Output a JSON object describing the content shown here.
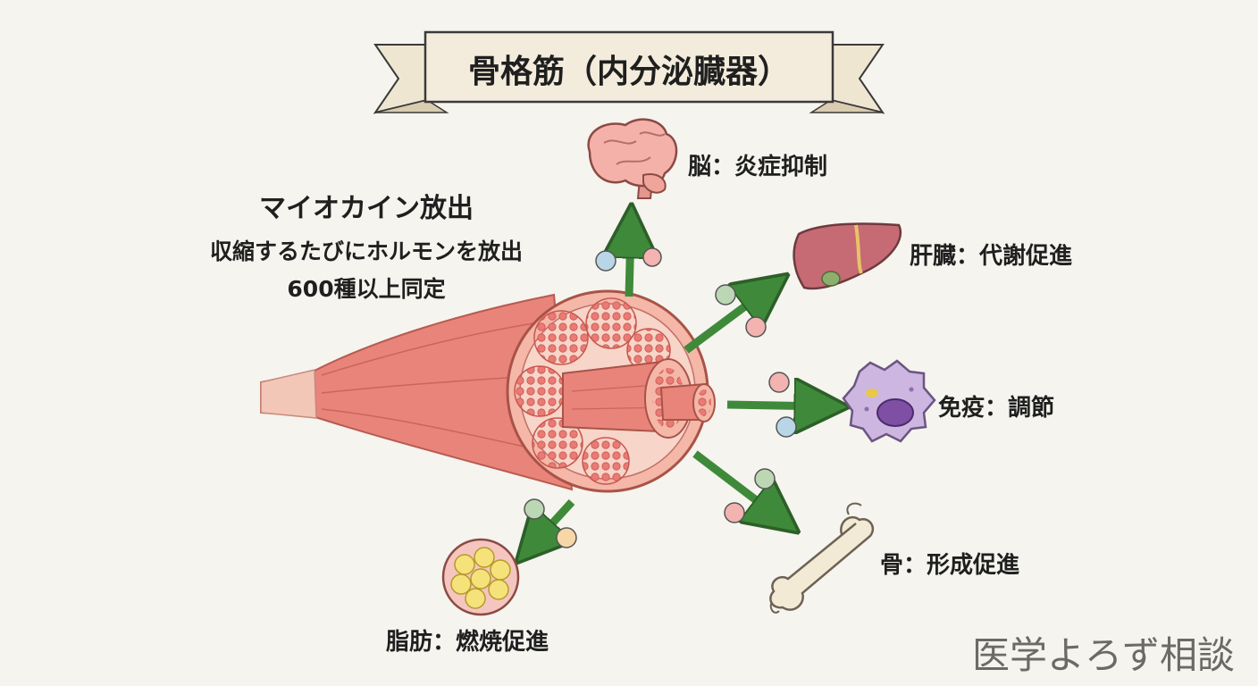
{
  "title": "骨格筋（内分泌臓器）",
  "myokine": {
    "heading": "マイオカイン放出",
    "line1": "収縮するたびにホルモンを放出",
    "line2": "600種以上同定"
  },
  "targets": {
    "brain": "脳：炎症抑制",
    "liver": "肝臓：代謝促進",
    "immune": "免疫：調節",
    "bone": "骨：形成促進",
    "fat": "脂肪：燃焼促進"
  },
  "watermark": "医学よろず相談",
  "colors": {
    "background": "#f5f4ee",
    "arrow": "#3f8a3a",
    "muscle": "#e8847a",
    "banner": "#f3ecdc"
  },
  "icons": [
    "brain-icon",
    "liver-icon",
    "immune-cell-icon",
    "bone-icon",
    "fat-cell-icon",
    "muscle-fiber-icon",
    "myokine-particle-icon"
  ]
}
